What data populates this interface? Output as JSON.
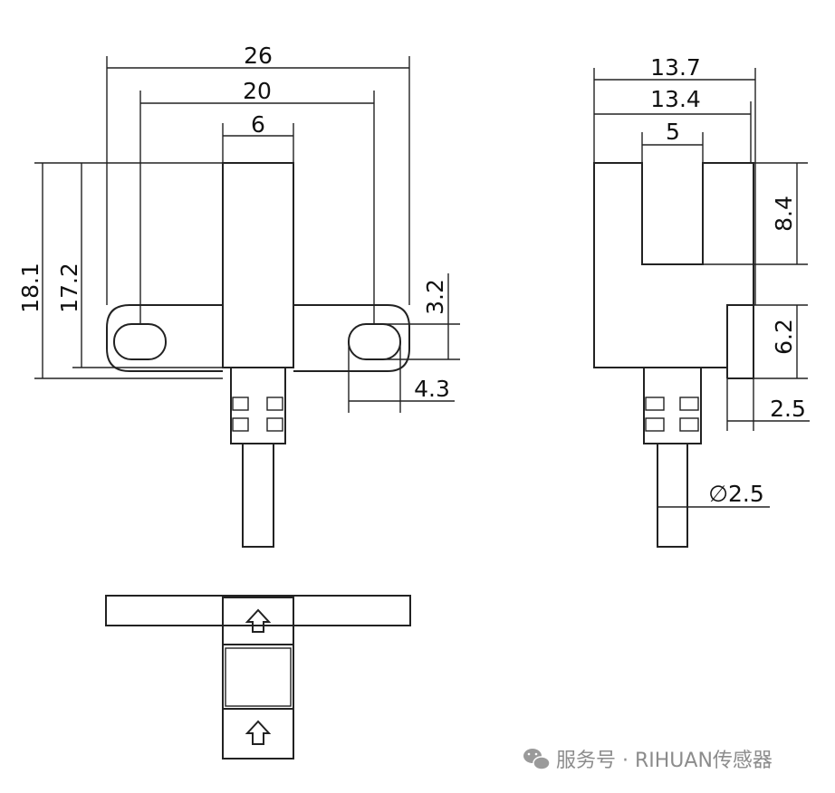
{
  "front_view": {
    "width_overall": "26",
    "hole_pitch": "20",
    "slot_width": "6",
    "height_overall": "18.1",
    "height_body": "17.2",
    "hole_height": "3.2",
    "hole_length": "4.3"
  },
  "side_view": {
    "depth_overall": "13.7",
    "depth_inner": "13.4",
    "slot_width": "5",
    "slot_depth": "8.4",
    "base_height": "6.2",
    "base_step": "2.5",
    "cable_diameter": "∅2.5"
  },
  "watermark": {
    "text": "服务号 · RIHUAN传感器",
    "icon": "wechat-icon"
  }
}
